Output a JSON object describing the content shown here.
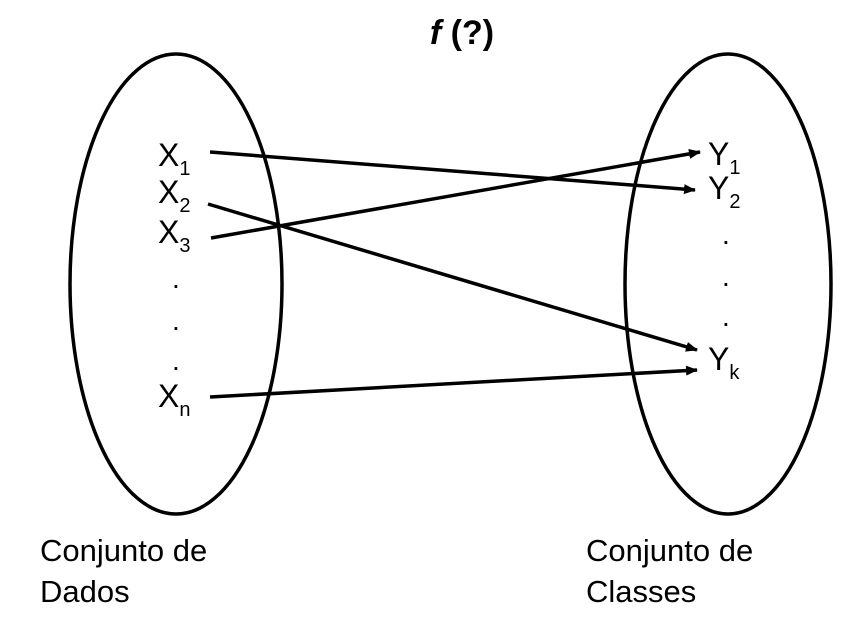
{
  "title": {
    "func": "f",
    "rest": " (?)"
  },
  "domain_set": {
    "items": [
      {
        "base": "X",
        "sub": "1"
      },
      {
        "base": "X",
        "sub": "2"
      },
      {
        "base": "X",
        "sub": "3"
      },
      {
        "base": "X",
        "sub": "n"
      }
    ],
    "ellipsis": [
      ".",
      ".",
      "."
    ],
    "caption_line1": "Conjunto de",
    "caption_line2": "Dados"
  },
  "codomain_set": {
    "items": [
      {
        "base": "Y",
        "sub": "1"
      },
      {
        "base": "Y",
        "sub": "2"
      },
      {
        "base": "Y",
        "sub": "k"
      }
    ],
    "ellipsis": [
      ".",
      ".",
      "."
    ],
    "caption_line1": "Conjunto de",
    "caption_line2": "Classes"
  },
  "mappings": [
    {
      "from": "X1",
      "to": "Y2"
    },
    {
      "from": "X2",
      "to": "Yk"
    },
    {
      "from": "X3",
      "to": "Y1"
    },
    {
      "from": "Xn",
      "to": "Yk"
    }
  ]
}
